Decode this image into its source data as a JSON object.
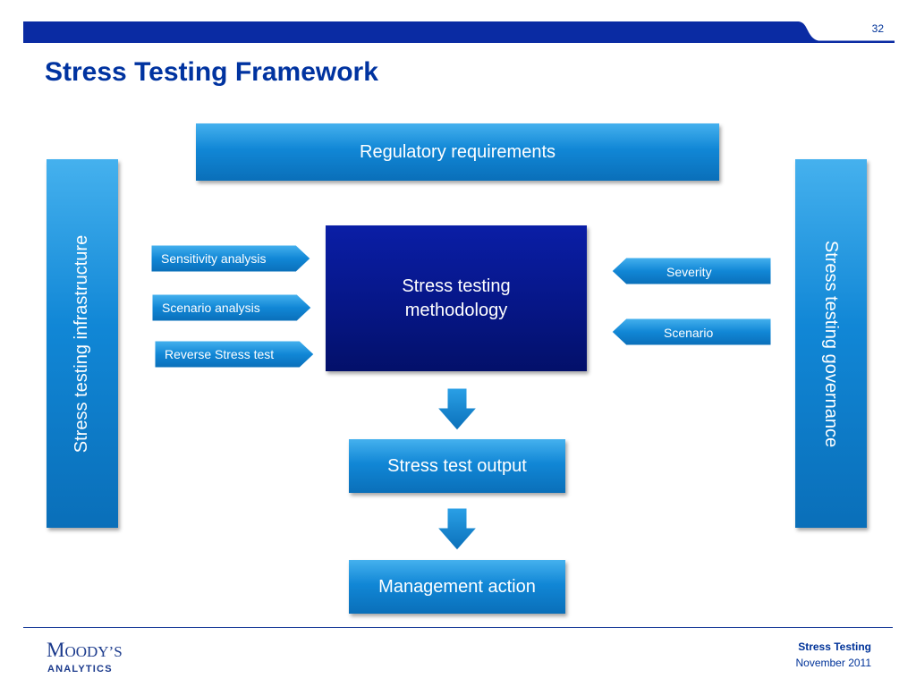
{
  "page_number": "32",
  "title": "Stress Testing Framework",
  "diagram": {
    "regulatory": "Regulatory requirements",
    "methodology": [
      "Stress testing",
      "methodology"
    ],
    "left_bar": "Stress testing infrastructure",
    "right_bar": "Stress testing governance",
    "left_tags": [
      "Sensitivity analysis",
      "Scenario analysis",
      "Reverse Stress test"
    ],
    "right_tags": [
      "Severity",
      "Scenario"
    ],
    "output": "Stress test output",
    "management": "Management action"
  },
  "footer": {
    "title": "Stress Testing",
    "date": "November 2011",
    "logo_line1": "Moody’s",
    "logo_line2": "ANALYTICS"
  },
  "colors": {
    "brand_blue": "#0033a0",
    "navy": "#061687",
    "box_blue": "#1187d6"
  }
}
